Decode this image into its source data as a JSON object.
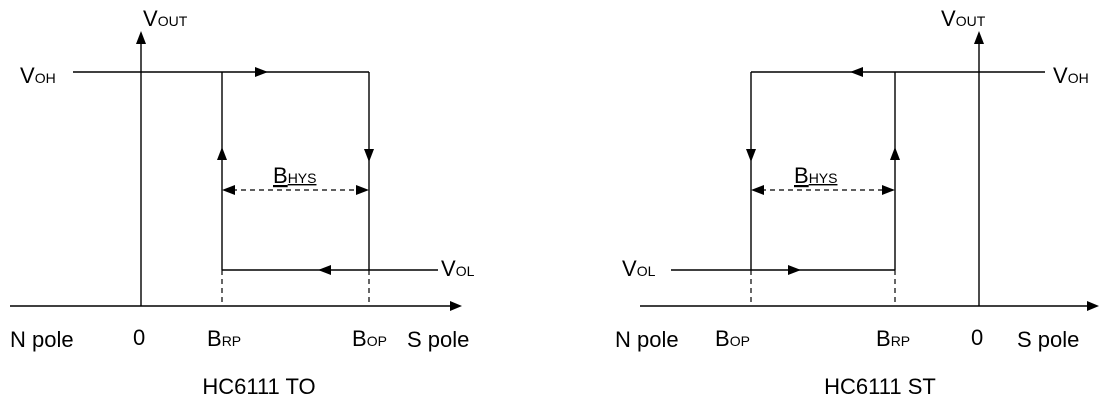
{
  "diagrams": [
    {
      "caption": "HC6111 TO",
      "y_axis": {
        "main": "V",
        "sub": "OUT"
      },
      "voh": {
        "main": "V",
        "sub": "OH"
      },
      "vol": {
        "main": "V",
        "sub": "OL"
      },
      "hys": {
        "main": "B",
        "sub": "HYS"
      },
      "x_left": "N pole",
      "x_right": "S pole",
      "origin": "0",
      "b_rp": {
        "main": "B",
        "sub": "RP"
      },
      "b_op": {
        "main": "B",
        "sub": "OP"
      }
    },
    {
      "caption": "HC6111 ST",
      "y_axis": {
        "main": "V",
        "sub": "OUT"
      },
      "voh": {
        "main": "V",
        "sub": "OH"
      },
      "vol": {
        "main": "V",
        "sub": "OL"
      },
      "hys": {
        "main": "B",
        "sub": "HYS"
      },
      "x_left": "N pole",
      "x_right": "S pole",
      "origin": "0",
      "b_op": {
        "main": "B",
        "sub": "OP"
      },
      "b_rp": {
        "main": "B",
        "sub": "RP"
      }
    }
  ]
}
